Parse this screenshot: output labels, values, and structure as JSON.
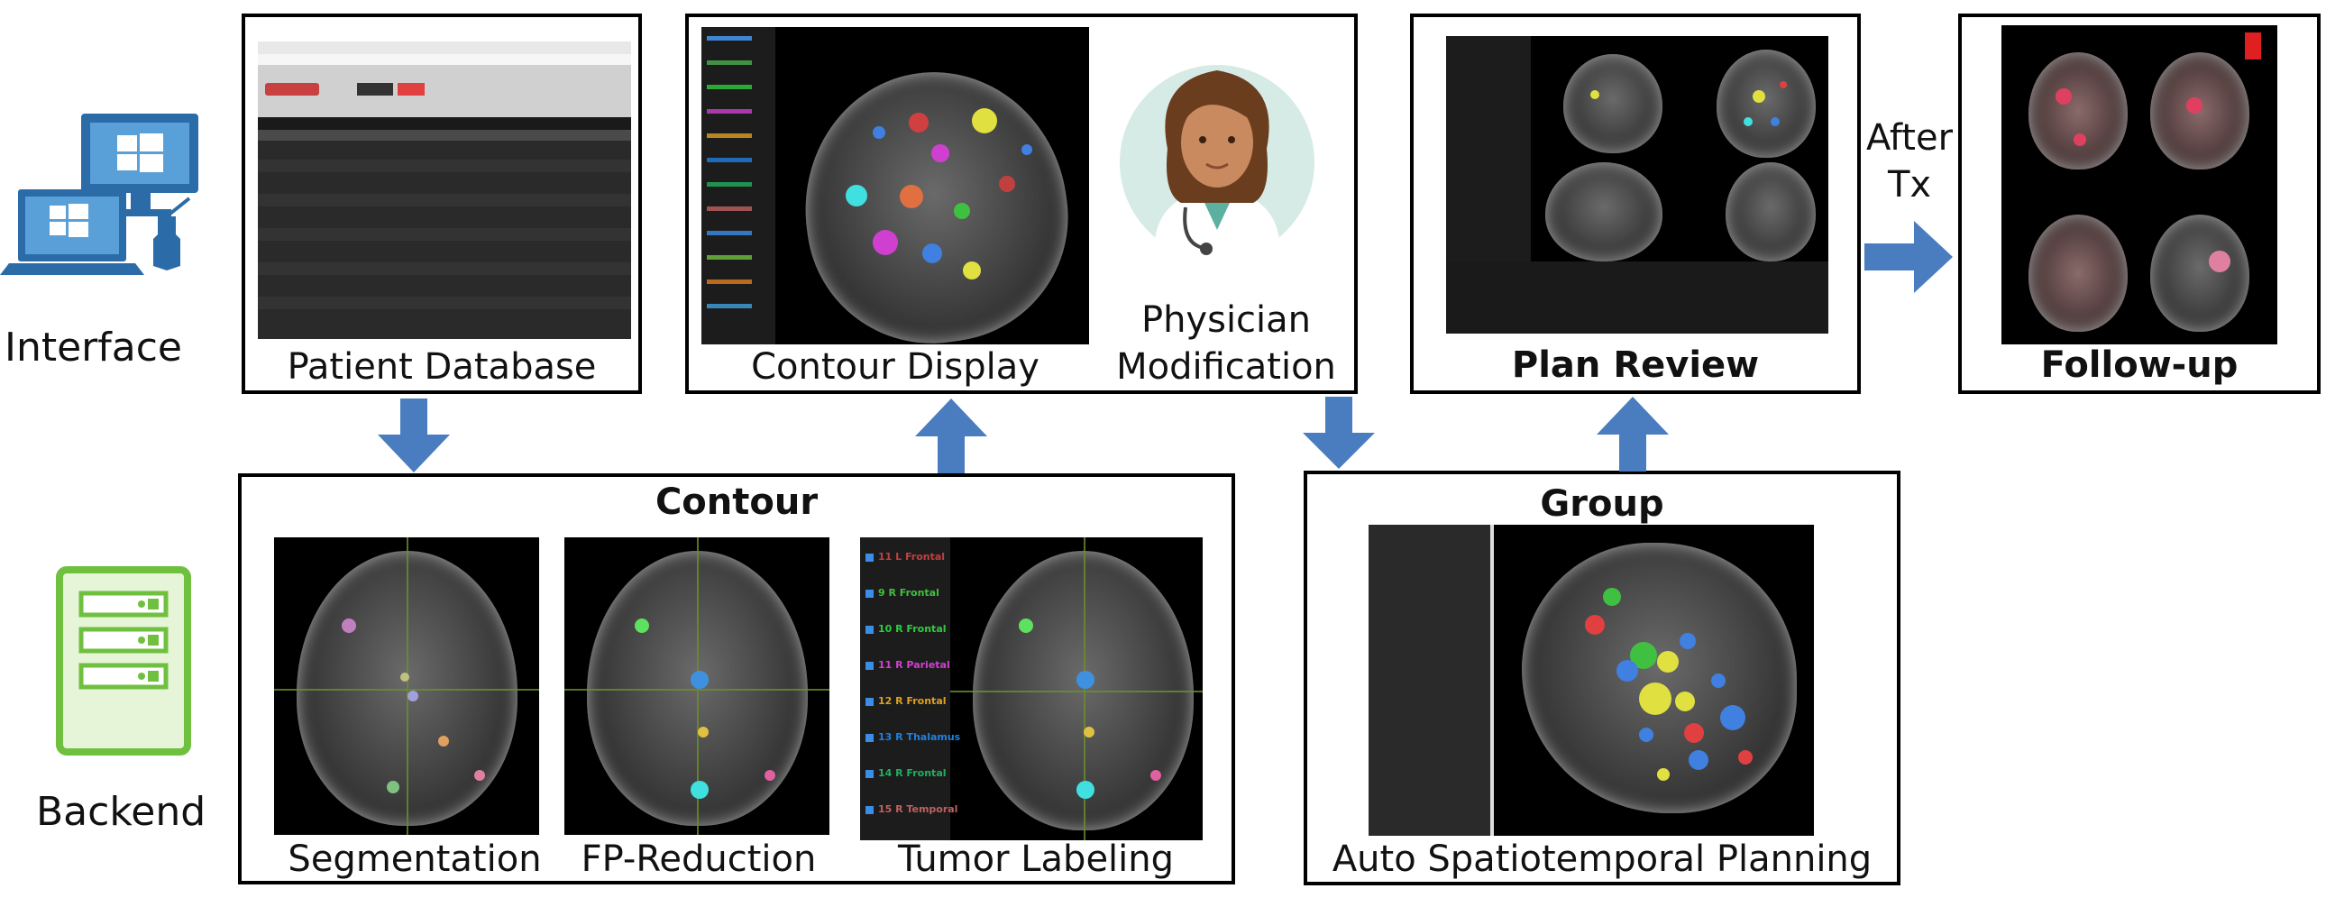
{
  "labels": {
    "interface": "Interface",
    "backend": "Backend",
    "patient_database": "Patient Database",
    "contour_display": "Contour Display",
    "physician_modification_line1": "Physician",
    "physician_modification_line2": "Modification",
    "plan_review": "Plan Review",
    "follow_up": "Follow-up",
    "after_tx_line1": "After",
    "after_tx_line2": "Tx",
    "contour": "Contour",
    "segmentation": "Segmentation",
    "fp_reduction": "FP-Reduction",
    "tumor_labeling": "Tumor Labeling",
    "group": "Group",
    "auto_spatiotemporal_planning": "Auto Spatiotemporal Planning"
  },
  "tumor_labels": [
    {
      "text": "11 L Frontal",
      "color": "#c04040"
    },
    {
      "text": "9 R Frontal",
      "color": "#40c040"
    },
    {
      "text": "10 R Frontal",
      "color": "#2ecc40"
    },
    {
      "text": "11 R Parietal",
      "color": "#d040d0"
    },
    {
      "text": "12 R Frontal",
      "color": "#e0a020"
    },
    {
      "text": "13 R Thalamus",
      "color": "#2080e0"
    },
    {
      "text": "14 R Frontal",
      "color": "#20b060"
    },
    {
      "text": "15 R Temporal",
      "color": "#c06060"
    }
  ],
  "colors": {
    "arrow": "#4a7cc0",
    "server": "#70c040",
    "computer": "#2b6ca8"
  },
  "icons": {
    "computer": "computer-icon",
    "server": "server-icon",
    "physician": "physician-icon"
  }
}
